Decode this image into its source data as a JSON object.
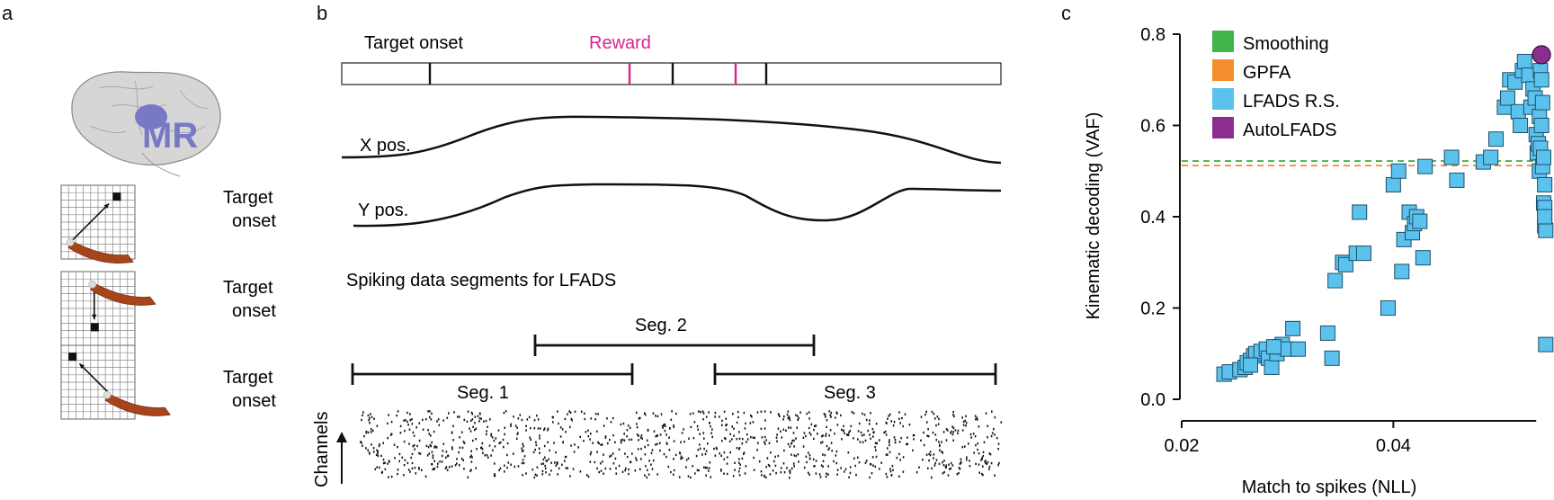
{
  "colors": {
    "reward": "#d6248f",
    "smoothing": "#3fb54a",
    "gpfa": "#f28e2b",
    "lfads_rs": "#5bc2ee",
    "autolfads": "#8c2e8f",
    "mr_region": "#7779c4",
    "arm": "#a8441c"
  },
  "panel_a": {
    "letter": "a",
    "brain_label": "MR",
    "tasks": [
      {
        "line1": "Target",
        "line2": "onset"
      },
      {
        "line1": "Target",
        "line2": "onset"
      },
      {
        "line1": "Target",
        "line2": "onset"
      }
    ]
  },
  "panel_b": {
    "letter": "b",
    "target_onset": "Target onset",
    "reward": "Reward",
    "x_pos": "X pos.",
    "y_pos": "Y pos.",
    "segments_title": "Spiking data segments for LFADS",
    "seg1": "Seg. 1",
    "seg2": "Seg. 2",
    "seg3": "Seg. 3",
    "channels": "Channels"
  },
  "panel_c": {
    "letter": "c"
  },
  "chart_data": {
    "type": "scatter",
    "xlabel": "Match to spikes (NLL)",
    "ylabel": "Kinematic decoding (VAF)",
    "xlim": [
      0.02,
      0.0545
    ],
    "ylim": [
      0.0,
      0.8
    ],
    "xticks": [
      "0.02",
      "0.04"
    ],
    "yticks": [
      "0.0",
      "0.2",
      "0.4",
      "0.6",
      "0.8"
    ],
    "legend_position": "top-left",
    "legend": [
      "Smoothing",
      "GPFA",
      "LFADS R.S.",
      "AutoLFADS"
    ],
    "reference_lines": [
      {
        "name": "Smoothing",
        "y": 0.522
      },
      {
        "name": "GPFA",
        "y": 0.512
      }
    ],
    "series": [
      {
        "name": "LFADS R.S.",
        "points": [
          [
            0.024,
            0.055
          ],
          [
            0.0245,
            0.06
          ],
          [
            0.0255,
            0.065
          ],
          [
            0.026,
            0.07
          ],
          [
            0.0262,
            0.08
          ],
          [
            0.0265,
            0.085
          ],
          [
            0.0268,
            0.095
          ],
          [
            0.027,
            0.1
          ],
          [
            0.0275,
            0.105
          ],
          [
            0.028,
            0.11
          ],
          [
            0.0282,
            0.09
          ],
          [
            0.0285,
            0.07
          ],
          [
            0.029,
            0.1
          ],
          [
            0.0292,
            0.115
          ],
          [
            0.0295,
            0.12
          ],
          [
            0.03,
            0.11
          ],
          [
            0.0305,
            0.155
          ],
          [
            0.031,
            0.11
          ],
          [
            0.0265,
            0.075
          ],
          [
            0.0287,
            0.115
          ],
          [
            0.0338,
            0.145
          ],
          [
            0.0342,
            0.09
          ],
          [
            0.0345,
            0.26
          ],
          [
            0.0352,
            0.3
          ],
          [
            0.0355,
            0.295
          ],
          [
            0.0365,
            0.32
          ],
          [
            0.0368,
            0.41
          ],
          [
            0.0372,
            0.32
          ],
          [
            0.0395,
            0.2
          ],
          [
            0.04,
            0.47
          ],
          [
            0.0405,
            0.5
          ],
          [
            0.0408,
            0.28
          ],
          [
            0.041,
            0.35
          ],
          [
            0.0415,
            0.41
          ],
          [
            0.0418,
            0.365
          ],
          [
            0.042,
            0.385
          ],
          [
            0.0422,
            0.4
          ],
          [
            0.0425,
            0.39
          ],
          [
            0.0428,
            0.31
          ],
          [
            0.043,
            0.51
          ],
          [
            0.0455,
            0.53
          ],
          [
            0.046,
            0.48
          ],
          [
            0.0485,
            0.52
          ],
          [
            0.0492,
            0.53
          ],
          [
            0.0497,
            0.57
          ],
          [
            0.0505,
            0.64
          ],
          [
            0.0508,
            0.66
          ],
          [
            0.051,
            0.7
          ],
          [
            0.0515,
            0.695
          ],
          [
            0.0518,
            0.63
          ],
          [
            0.052,
            0.6
          ],
          [
            0.0522,
            0.72
          ],
          [
            0.0524,
            0.74
          ],
          [
            0.0528,
            0.71
          ],
          [
            0.053,
            0.64
          ],
          [
            0.0532,
            0.68
          ],
          [
            0.0534,
            0.66
          ],
          [
            0.0535,
            0.58
          ],
          [
            0.0536,
            0.54
          ],
          [
            0.0537,
            0.56
          ],
          [
            0.0538,
            0.62
          ],
          [
            0.0538,
            0.5
          ],
          [
            0.0539,
            0.72
          ],
          [
            0.0539,
            0.55
          ],
          [
            0.054,
            0.7
          ],
          [
            0.054,
            0.6
          ],
          [
            0.0541,
            0.65
          ],
          [
            0.0541,
            0.51
          ],
          [
            0.0542,
            0.53
          ],
          [
            0.0542,
            0.43
          ],
          [
            0.0543,
            0.42
          ],
          [
            0.0543,
            0.38
          ],
          [
            0.0544,
            0.37
          ],
          [
            0.0543,
            0.4
          ],
          [
            0.0543,
            0.47
          ],
          [
            0.0544,
            0.12
          ]
        ]
      },
      {
        "name": "AutoLFADS",
        "points": [
          [
            0.054,
            0.755
          ]
        ]
      }
    ]
  }
}
